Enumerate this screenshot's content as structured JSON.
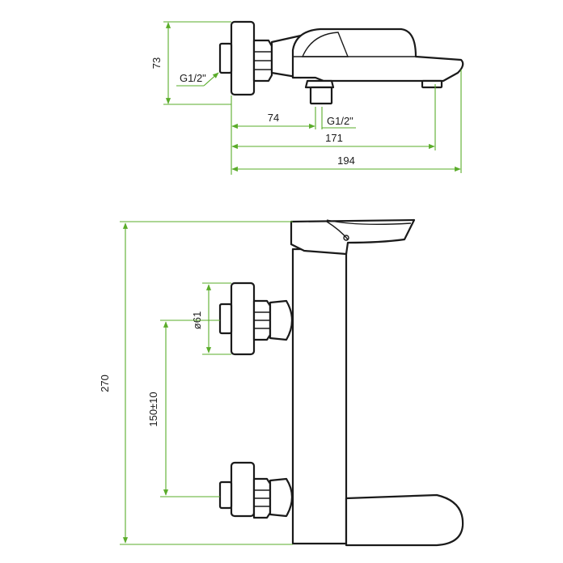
{
  "colors": {
    "dimension": "#5aac2a",
    "outline": "#1a1a1a"
  },
  "top_view": {
    "dim_height": "73",
    "dim_inlet": "74",
    "dim_spout": "171",
    "dim_total": "194",
    "thread_left": "G1/2\"",
    "thread_bottom": "G1/2\""
  },
  "front_view": {
    "dim_height": "270",
    "dim_spacing": "150±10",
    "dim_diameter": "ø61"
  }
}
